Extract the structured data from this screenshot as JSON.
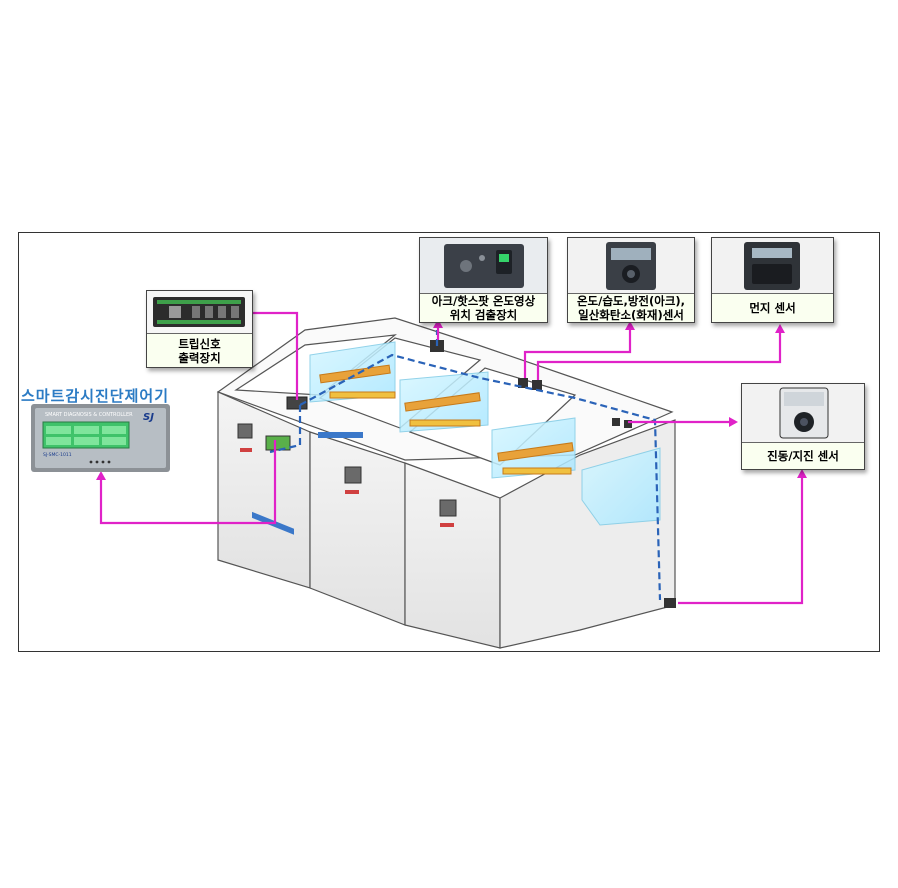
{
  "controller": {
    "title": "스마트감시진단제어기",
    "panel_header": "SMART DIAGNOSIS & CONTROLLER",
    "panel_logo": "SJ",
    "panel_model": "SJ-SMC-1011"
  },
  "devices": [
    {
      "id": "trip",
      "lines": [
        "트립신호",
        "출력장치"
      ]
    },
    {
      "id": "arc",
      "lines": [
        "아크/핫스팟 온도영상",
        "위치 검출장치"
      ]
    },
    {
      "id": "env",
      "lines": [
        "온도/습도,방전(아크),",
        "일산화탄소(화재)센서"
      ]
    },
    {
      "id": "dust",
      "lines": [
        "먼지 센서"
      ]
    },
    {
      "id": "vib",
      "lines": [
        "진동/지진 센서"
      ]
    }
  ],
  "colors": {
    "link_magenta": "#e022c8",
    "bus_blue": "#2a63b8",
    "title_blue": "#2b7bc4",
    "cabinet_line": "#555555",
    "copper": "#e8a23a",
    "glass": "#bfefff"
  }
}
